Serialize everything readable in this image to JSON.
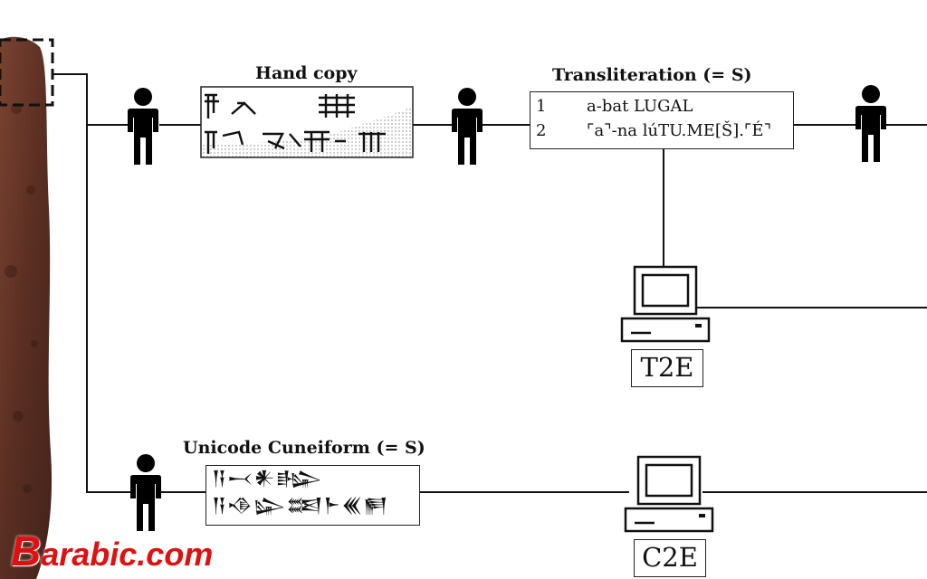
{
  "labels": {
    "hand_copy": "Hand copy",
    "transliteration": "Transliteration (= S)",
    "unicode_cuneiform": "Unicode Cuneiform (= S)"
  },
  "transliteration_lines": [
    {
      "num": "1",
      "text": "a-bat LUGAL"
    },
    {
      "num": "2",
      "text": "⌜a⌝-na lúTU.ME[Š].⌜É⌝"
    }
  ],
  "unicode_lines": [
    "𒀀𒁁𒀭𒈗",
    "𒀀𒈾𒇽𒌅𒈨𒌍𒂍"
  ],
  "systems": {
    "t2e": "T2E",
    "c2e": "C2E"
  },
  "watermark": {
    "first": "B",
    "rest": "arabic.com",
    "color": "#e01010"
  },
  "icons": {
    "person": "person-icon",
    "computer": "computer-icon",
    "tablet": "tablet-image"
  }
}
